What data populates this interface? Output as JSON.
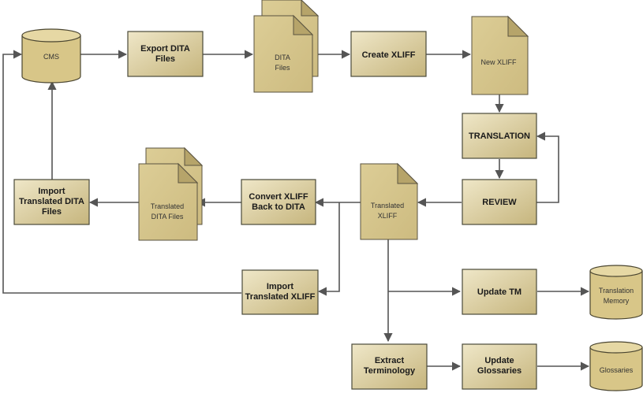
{
  "nodes": {
    "cms": {
      "lines": [
        "CMS"
      ]
    },
    "export_dita": {
      "lines": [
        "Export DITA",
        "Files"
      ]
    },
    "dita_files": {
      "lines": [
        "DITA",
        "Files"
      ]
    },
    "create_xliff": {
      "lines": [
        "Create XLIFF"
      ]
    },
    "new_xliff": {
      "lines": [
        "New XLIFF"
      ]
    },
    "translation": {
      "lines": [
        "TRANSLATION"
      ]
    },
    "review": {
      "lines": [
        "REVIEW"
      ]
    },
    "translated_xliff": {
      "lines": [
        "Translated",
        "XLIFF"
      ]
    },
    "convert_xliff": {
      "lines": [
        "Convert XLIFF",
        "Back to DITA"
      ]
    },
    "translated_dita_files": {
      "lines": [
        "Translated",
        "DITA Files"
      ]
    },
    "import_translated_dita": {
      "lines": [
        "Import",
        "Translated DITA",
        "Files"
      ]
    },
    "import_translated_xliff": {
      "lines": [
        "Import",
        "Translated XLIFF"
      ]
    },
    "update_tm": {
      "lines": [
        "Update TM"
      ]
    },
    "translation_memory": {
      "lines": [
        "Translation",
        "Memory"
      ]
    },
    "extract_terminology": {
      "lines": [
        "Extract",
        "Terminology"
      ]
    },
    "update_glossaries": {
      "lines": [
        "Update",
        "Glossaries"
      ]
    },
    "glossaries": {
      "lines": [
        "Glossaries"
      ]
    }
  },
  "colors": {
    "box_fill_light": "#ece3c2",
    "box_fill_dark": "#c9b882",
    "document_fill": "#d4c48a",
    "cylinder_fill": "#d8c688",
    "edge": "#555555"
  }
}
